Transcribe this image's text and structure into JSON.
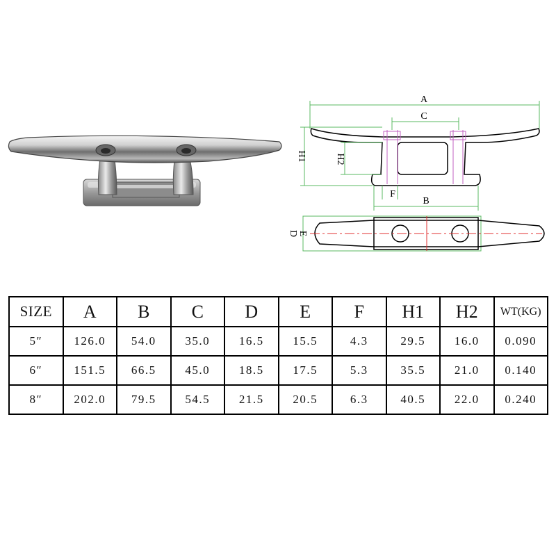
{
  "diagram": {
    "labels": {
      "A": "A",
      "B": "B",
      "C": "C",
      "D": "D",
      "E": "E",
      "F": "F",
      "H1": "H1",
      "H2": "H2"
    },
    "colors": {
      "outline": "#000000",
      "dimension_line": "#58b860",
      "center_line": "#e03030",
      "bolt_line": "#c060c0"
    }
  },
  "table": {
    "headers": [
      "SIZE",
      "A",
      "B",
      "C",
      "D",
      "E",
      "F",
      "H1",
      "H2",
      "WT(KG)"
    ],
    "rows": [
      [
        "5″",
        "126.0",
        "54.0",
        "35.0",
        "16.5",
        "15.5",
        "4.3",
        "29.5",
        "16.0",
        "0.090"
      ],
      [
        "6″",
        "151.5",
        "66.5",
        "45.0",
        "18.5",
        "17.5",
        "5.3",
        "35.5",
        "21.0",
        "0.140"
      ],
      [
        "8″",
        "202.0",
        "79.5",
        "54.5",
        "21.5",
        "20.5",
        "6.3",
        "40.5",
        "22.0",
        "0.240"
      ]
    ]
  }
}
